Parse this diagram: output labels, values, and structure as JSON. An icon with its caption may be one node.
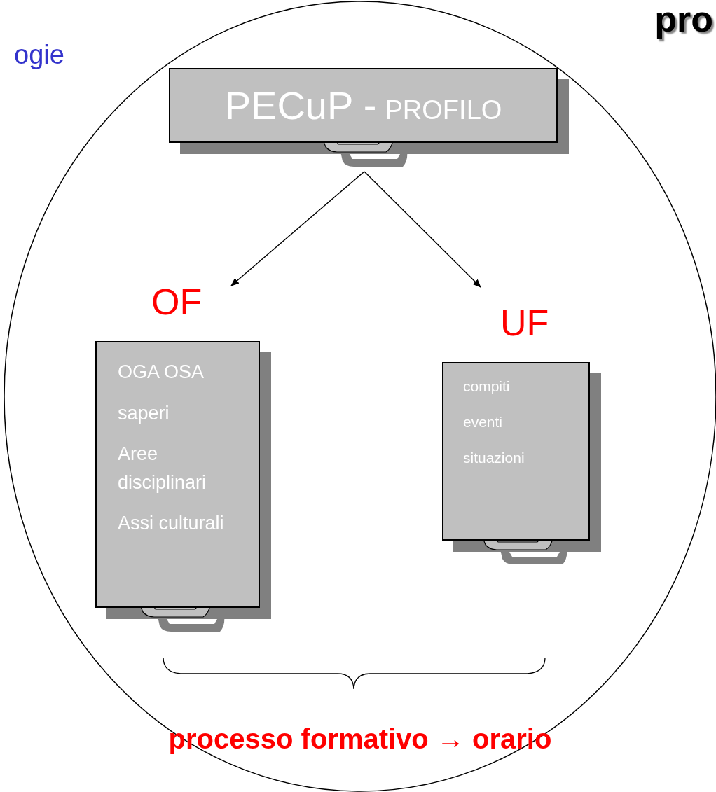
{
  "diagram": {
    "nodes": [
      {
        "text": [
          "processo formativo → orario"
        ]
      },
      {
        "text": [
          "PECuP -",
          "PROFILO"
        ],
        "in": 0
      },
      {
        "text": [
          "OF",
          "OGA OSA",
          "saperi",
          "Aree disciplinari",
          "Assi culturali"
        ],
        "in": 0
      },
      {
        "text": [
          "UF",
          "compiti",
          "eventi",
          "situazioni"
        ],
        "in": 0
      }
    ],
    "edges": [
      {
        "from": 1,
        "to": 2,
        "arrow": "to"
      },
      {
        "from": 1,
        "to": 3,
        "arrow": "to"
      }
    ],
    "labels": [
      "ogie",
      "pro"
    ]
  }
}
